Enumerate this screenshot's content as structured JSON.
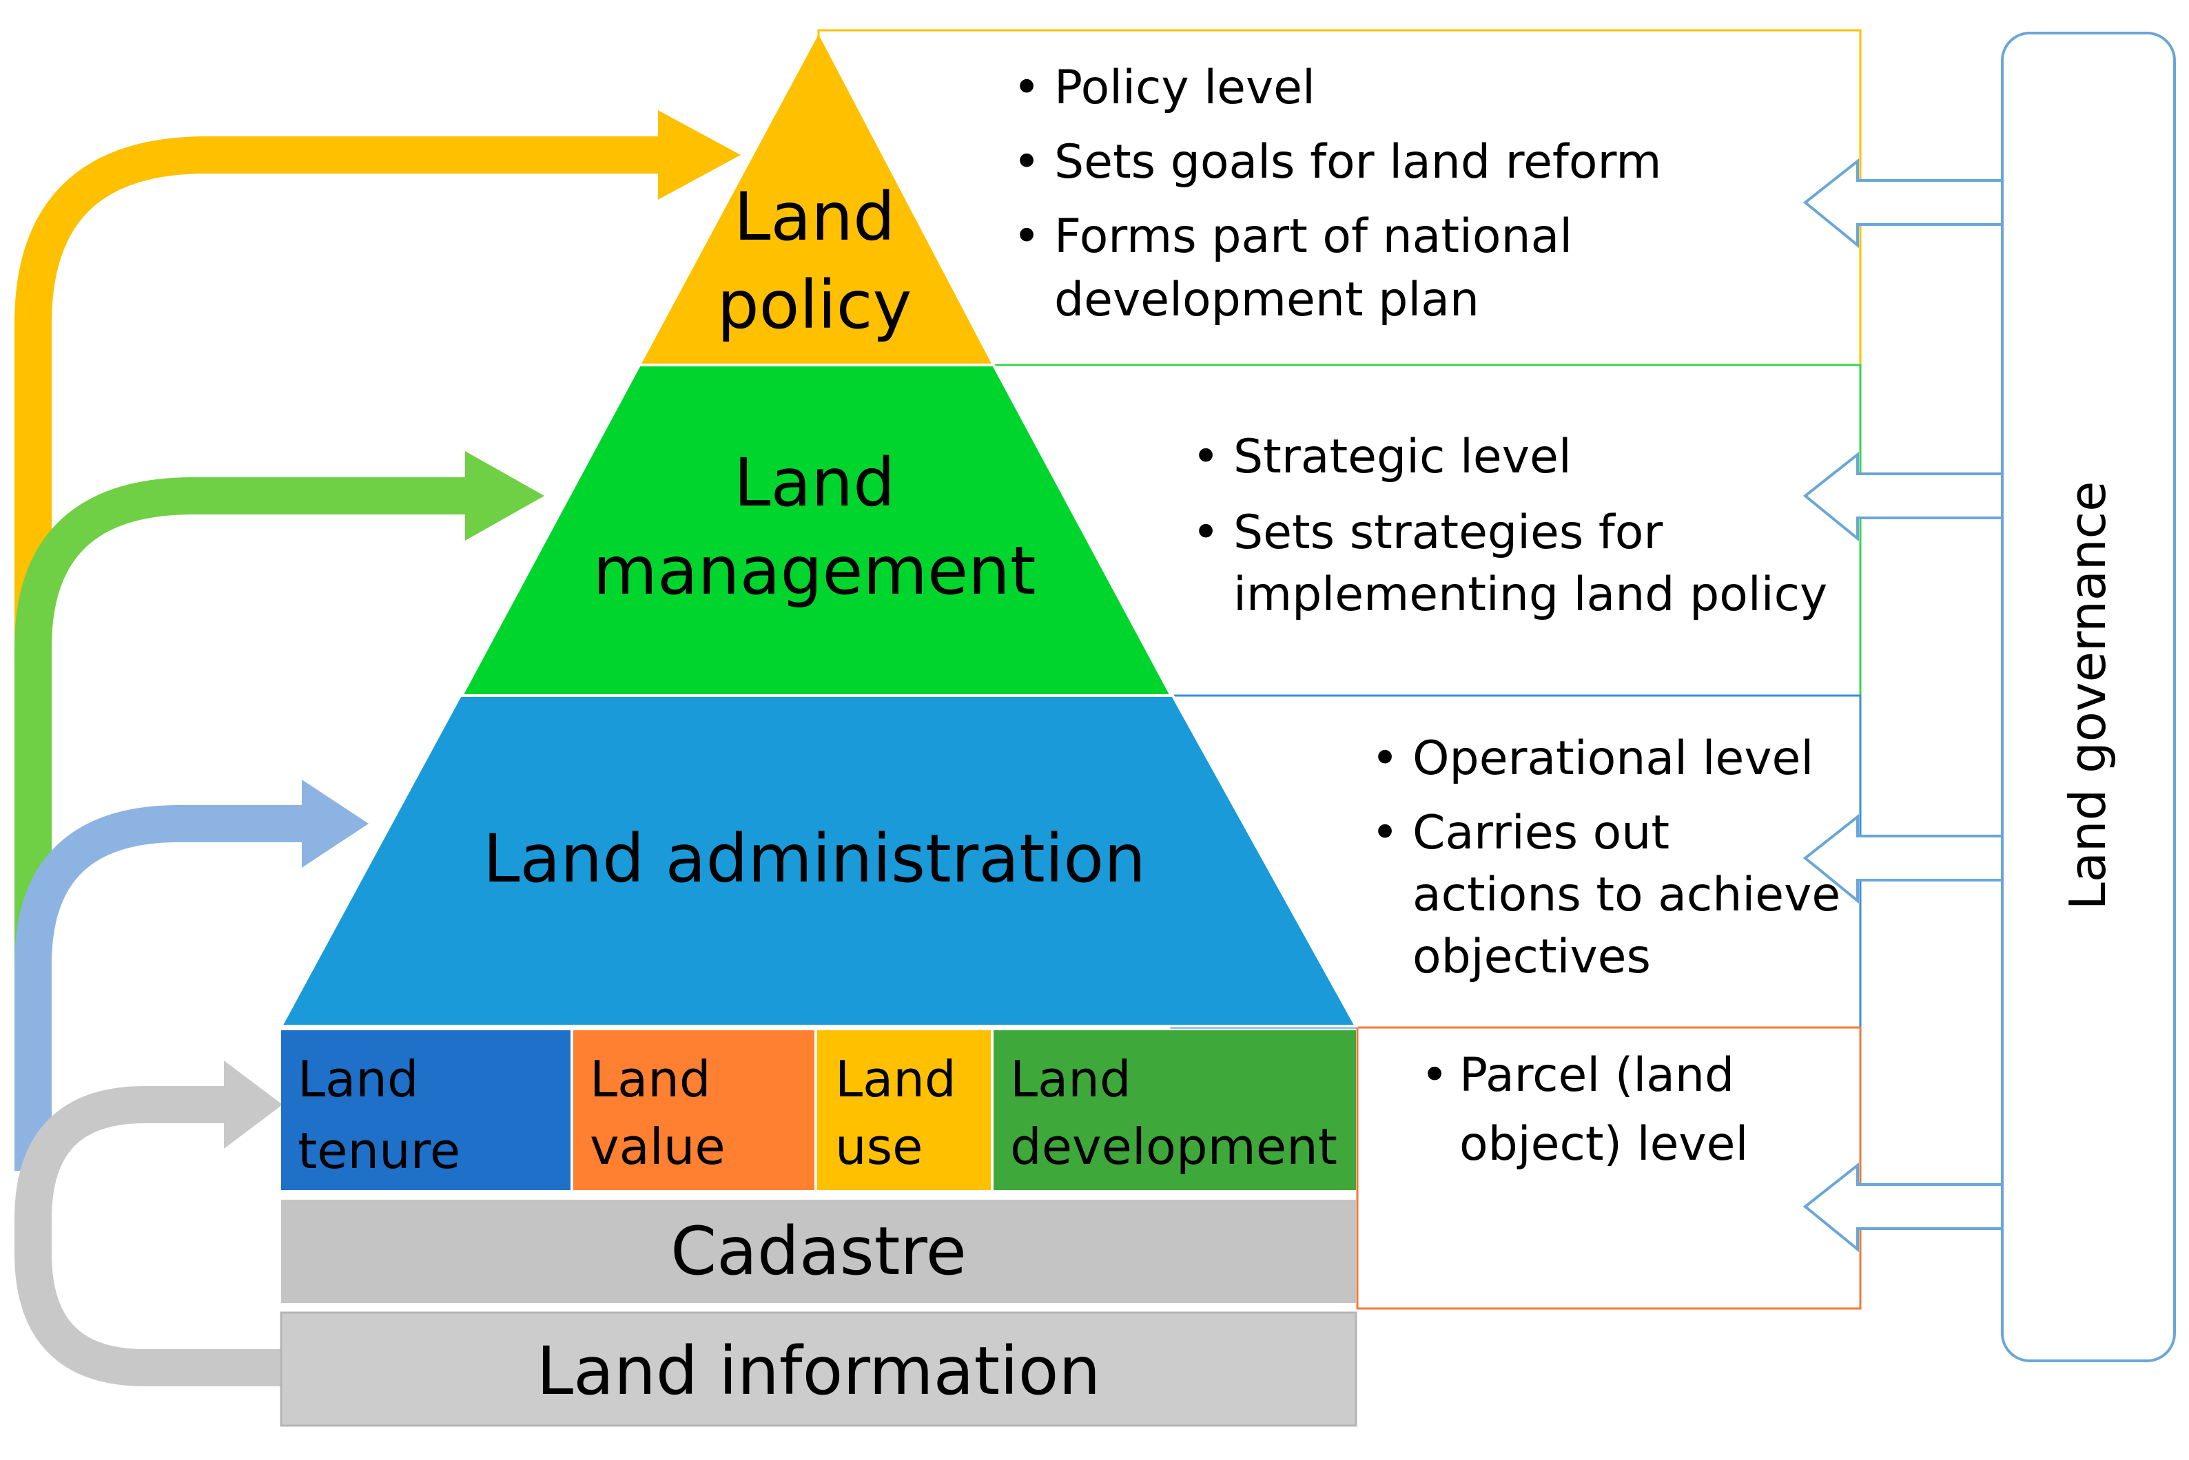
{
  "colors": {
    "policy": "#ffc000",
    "management": "#00d52d",
    "administration": "#1a9ad9",
    "tenure": "#1e70c8",
    "value": "#ff8030",
    "use": "#ffc000",
    "development": "#3fa83a",
    "cadastre": "#c4c4c4",
    "information": "#cccccc",
    "arrow_policy": "#ffc000",
    "arrow_management": "#6fcf45",
    "arrow_administration": "#8db3e2",
    "arrow_information": "#c8c8c8",
    "governance_border": "#6aa6d8"
  },
  "pyramid": {
    "policy": {
      "line1": "Land",
      "line2": "policy"
    },
    "management": {
      "line1": "Land",
      "line2": "management"
    },
    "administration": {
      "label": "Land administration"
    },
    "functions": [
      {
        "line1": "Land",
        "line2": "tenure"
      },
      {
        "line1": "Land",
        "line2": "value"
      },
      {
        "line1": "Land",
        "line2": "use"
      },
      {
        "line1": "Land",
        "line2": "development"
      }
    ],
    "cadastre": "Cadastre",
    "information": "Land information"
  },
  "levels": {
    "policy": [
      "Policy level",
      "Sets goals for land reform",
      "Forms part of national",
      "development  plan"
    ],
    "management": [
      "Strategic level",
      "Sets strategies for",
      "implementing  land policy"
    ],
    "administration": [
      "Operational  level",
      "Carries out",
      "actions to achieve",
      "objectives"
    ],
    "parcel": [
      "Parcel (land",
      "object)  level"
    ]
  },
  "governance": {
    "label": "Land governance"
  }
}
